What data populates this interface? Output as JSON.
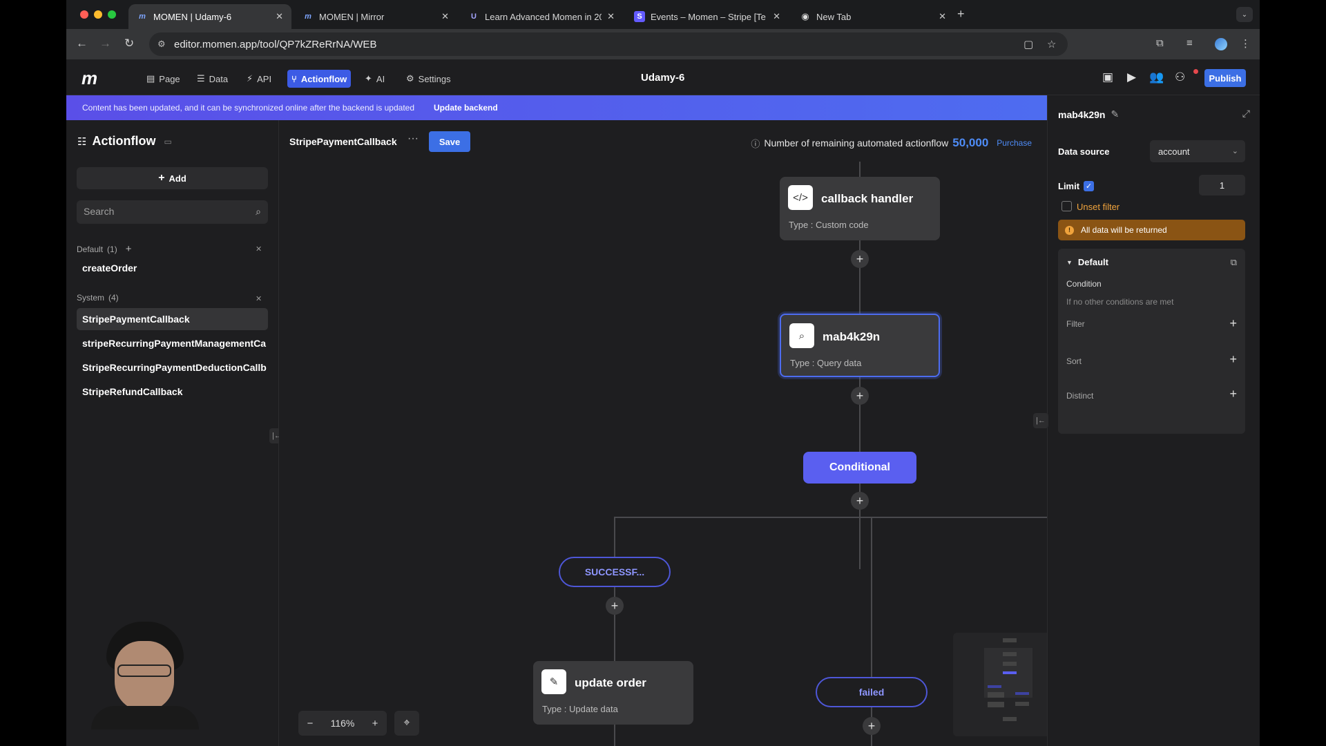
{
  "browser": {
    "tabs": [
      {
        "title": "MOMEN | Udamy-6",
        "active": true,
        "favicon": "momen-logo-icon"
      },
      {
        "title": "MOMEN | Mirror",
        "active": false,
        "favicon": "momen-logo-icon"
      },
      {
        "title": "Learn Advanced Momen in 20",
        "active": false,
        "favicon": "udemy-icon"
      },
      {
        "title": "Events – Momen – Stripe [Te",
        "active": false,
        "favicon": "stripe-icon"
      },
      {
        "title": "New Tab",
        "active": false,
        "favicon": "chrome-icon"
      }
    ],
    "url": "editor.momen.app/tool/QP7kZReRrNA/WEB"
  },
  "header": {
    "logo": "m",
    "nav": [
      {
        "label": "Page",
        "icon": "page-icon",
        "active": false
      },
      {
        "label": "Data",
        "icon": "database-icon",
        "active": false
      },
      {
        "label": "API",
        "icon": "api-icon",
        "active": false
      },
      {
        "label": "Actionflow",
        "icon": "actionflow-icon",
        "active": true
      },
      {
        "label": "AI",
        "icon": "ai-icon",
        "active": false
      },
      {
        "label": "Settings",
        "icon": "gear-icon",
        "active": false
      }
    ],
    "project_title": "Udamy-6",
    "publish_label": "Publish"
  },
  "banner": {
    "message": "Content has been updated, and it can be synchronized online after the backend is updated",
    "action": "Update backend"
  },
  "sidebar": {
    "title": "Actionflow",
    "add_label": "Add",
    "search_placeholder": "Search",
    "groups": [
      {
        "name": "Default",
        "count": "(1)",
        "items": [
          "createOrder"
        ]
      },
      {
        "name": "System",
        "count": "(4)",
        "items": [
          "StripePaymentCallback",
          "stripeRecurringPaymentManagementCa",
          "StripeRecurringPaymentDeductionCallb",
          "StripeRefundCallback"
        ]
      }
    ],
    "selected": "StripePaymentCallback"
  },
  "canvas": {
    "flow_name": "StripePaymentCallback",
    "more_label": "···",
    "save_label": "Save",
    "remaining_label": "Number of remaining automated actionflow",
    "remaining_count": "50,000",
    "purchase_label": "Purchase",
    "nodes": [
      {
        "id": "callback",
        "title": "callback handler",
        "type": "Type : Custom code",
        "icon": "code-icon"
      },
      {
        "id": "query",
        "title": "mab4k29n",
        "type": "Type : Query data",
        "icon": "query-data-icon"
      },
      {
        "id": "update",
        "title": "update order",
        "type": "Type : Update data",
        "icon": "update-data-icon"
      }
    ],
    "conditional_label": "Conditional",
    "branches": [
      "SUCCESSF...",
      "failed"
    ],
    "zoom": "116%",
    "colors": {
      "accent": "#3c6fe5",
      "conditional": "#5a5ff0",
      "warning": "#8a5414"
    }
  },
  "panel": {
    "node_name": "mab4k29n",
    "data_source_label": "Data source",
    "data_source_value": "account",
    "limit_label": "Limit",
    "limit_checked": true,
    "limit_value": "1",
    "unset_filter_label": "Unset filter",
    "warning": "All data will be returned",
    "default_section": {
      "title": "Default",
      "condition_label": "Condition",
      "condition_value": "If no other conditions are met",
      "rows": [
        "Filter",
        "Sort",
        "Distinct"
      ]
    }
  }
}
